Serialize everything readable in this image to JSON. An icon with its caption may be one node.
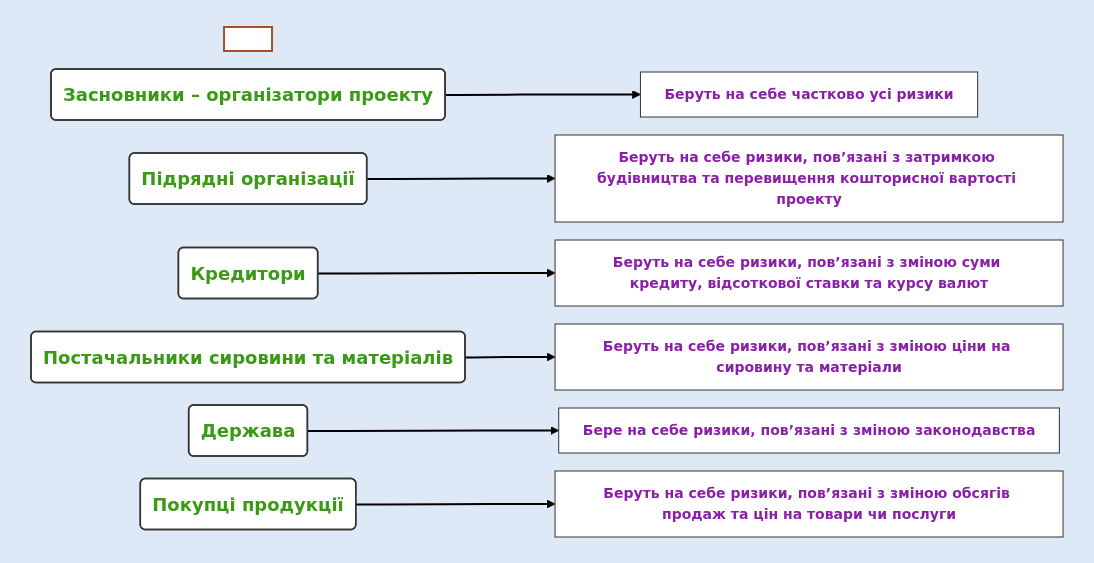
{
  "diagram": {
    "nodes": [
      {
        "text": [],
        "shape": "box"
      },
      {
        "text": [
          "Засновники – організатори проекту"
        ]
      },
      {
        "text": [
          "Беруть на себе частково усі ризики"
        ]
      },
      {
        "text": [
          "Підрядні організації"
        ]
      },
      {
        "text": [
          "Беруть на себе ризики, пов’язані з затримкою будівництва та перевищення кошторисної вартості проекту"
        ]
      },
      {
        "text": [
          "Кредитори"
        ]
      },
      {
        "text": [
          "Беруть на себе ризики, пов’язані з зміною суми кредиту, відсоткової ставки та курсу валют"
        ]
      },
      {
        "text": [
          "Постачальники сировини та матеріалів"
        ]
      },
      {
        "text": [
          "Беруть на себе ризики, пов’язані з зміною ціни на сировину та матеріали"
        ]
      },
      {
        "text": [
          "Держава"
        ]
      },
      {
        "text": [
          "Бере на себе ризики, пов’язані з зміною законодавства"
        ]
      },
      {
        "text": [
          "Покупці продукції"
        ]
      },
      {
        "text": [
          "Беруть на себе ризики, пов’язані з зміною обсягів продаж та цін на товари чи послуги"
        ]
      }
    ],
    "edges": [
      {
        "from": 1,
        "to": 2,
        "arrow": "to"
      },
      {
        "from": 3,
        "to": 4,
        "arrow": "to"
      },
      {
        "from": 5,
        "to": 6,
        "arrow": "to"
      },
      {
        "from": 7,
        "to": 8,
        "arrow": "to"
      },
      {
        "from": 9,
        "to": 10,
        "arrow": "to"
      },
      {
        "from": 11,
        "to": 12,
        "arrow": "to"
      }
    ]
  }
}
